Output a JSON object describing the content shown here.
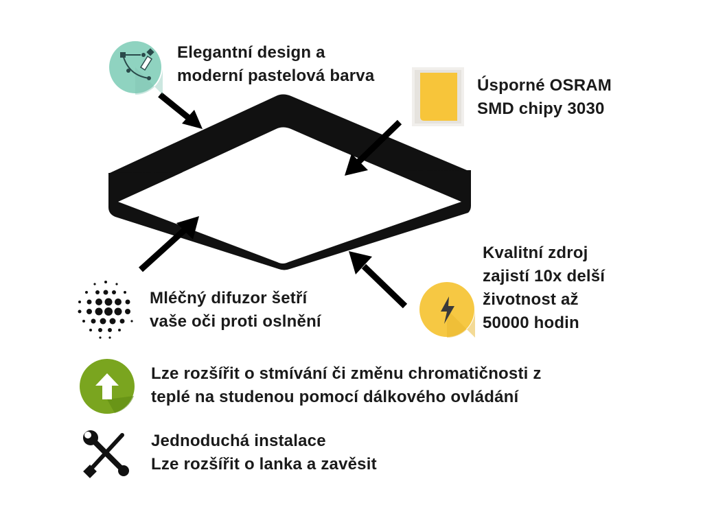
{
  "features": {
    "design": {
      "icon": "design-pen-icon",
      "lines": [
        "Elegantní design a",
        "moderní pastelová barva"
      ]
    },
    "chips": {
      "icon": "smd-chip-icon",
      "lines": [
        "Úsporné OSRAM",
        "SMD chipy 3030"
      ]
    },
    "diffuser": {
      "icon": "dots-pattern-icon",
      "lines": [
        "Mléčný difuzor šetří",
        "vaše oči proti oslnění"
      ]
    },
    "power": {
      "icon": "lightning-icon",
      "lines": [
        "Kvalitní zdroj",
        "zajistí 10x delší",
        "životnost až",
        "50000 hodin"
      ]
    },
    "dimming": {
      "icon": "arrow-up-icon",
      "lines": [
        "Lze rozšířit o stmívání či změnu chromatičnosti z",
        "teplé na studenou pomocí dálkového ovládání"
      ]
    },
    "install": {
      "icon": "tools-icon",
      "lines": [
        "Jednoduchá instalace",
        "Lze rozšířit o lanka a zavěsit"
      ]
    }
  },
  "colors": {
    "design_icon_bg": "#8fd3c0",
    "chip_yellow": "#f7c53a",
    "power_icon_bg": "#f6c843",
    "dimming_icon_bg": "#7aa51f",
    "text": "#1a1a1a"
  }
}
